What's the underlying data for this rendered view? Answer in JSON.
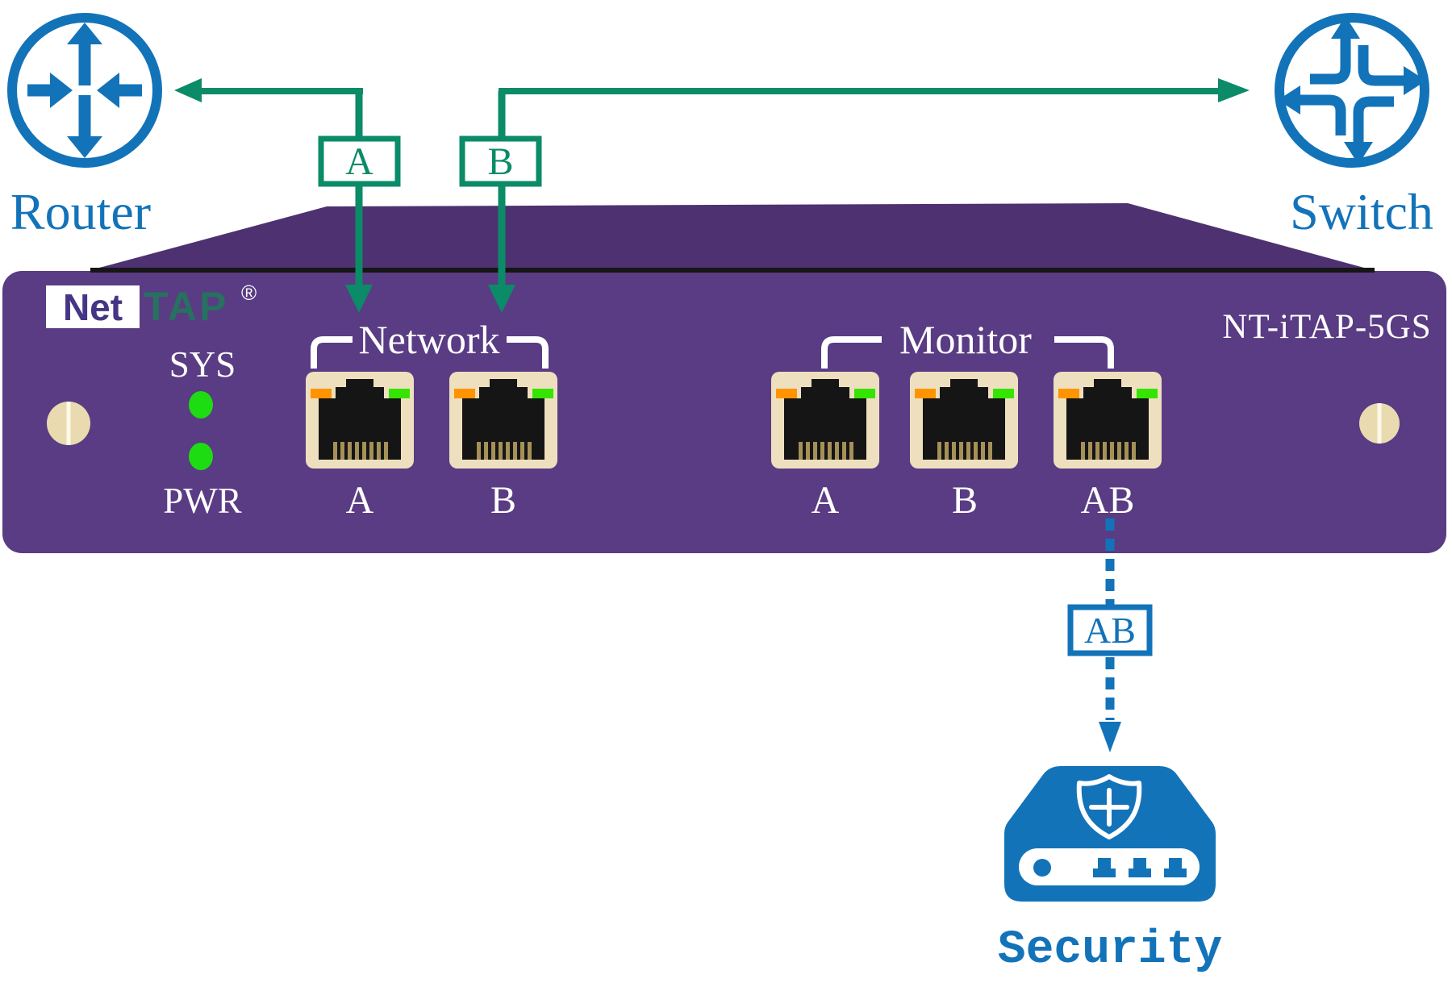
{
  "colors": {
    "panel": "#593c83",
    "top": "#4e3170",
    "blackline": "#161616",
    "cream": "#eee0bf",
    "jack": "#151515",
    "pin": "#a59058",
    "orange": "#ff9300",
    "portgreen": "#35e400",
    "led": "#1edc12",
    "green": "#0b8b68",
    "teal": "#28705f",
    "netpurple": "#463584",
    "blue": "#1373b9",
    "screw": "#e9dab0"
  },
  "logo": {
    "net": "Net",
    "tap": "TAP",
    "registered": "®"
  },
  "model": "NT-iTAP-5GS",
  "indicators": {
    "sys": "SYS",
    "pwr": "PWR"
  },
  "port_groups": {
    "network": {
      "label": "Network",
      "ports": {
        "a": "A",
        "b": "B"
      }
    },
    "monitor": {
      "label": "Monitor",
      "ports": {
        "a": "A",
        "b": "B",
        "ab": "AB"
      }
    }
  },
  "nodes": {
    "router": "Router",
    "switch": "Switch",
    "security": "Security"
  },
  "links": {
    "a": "A",
    "b": "B",
    "ab": "AB"
  }
}
